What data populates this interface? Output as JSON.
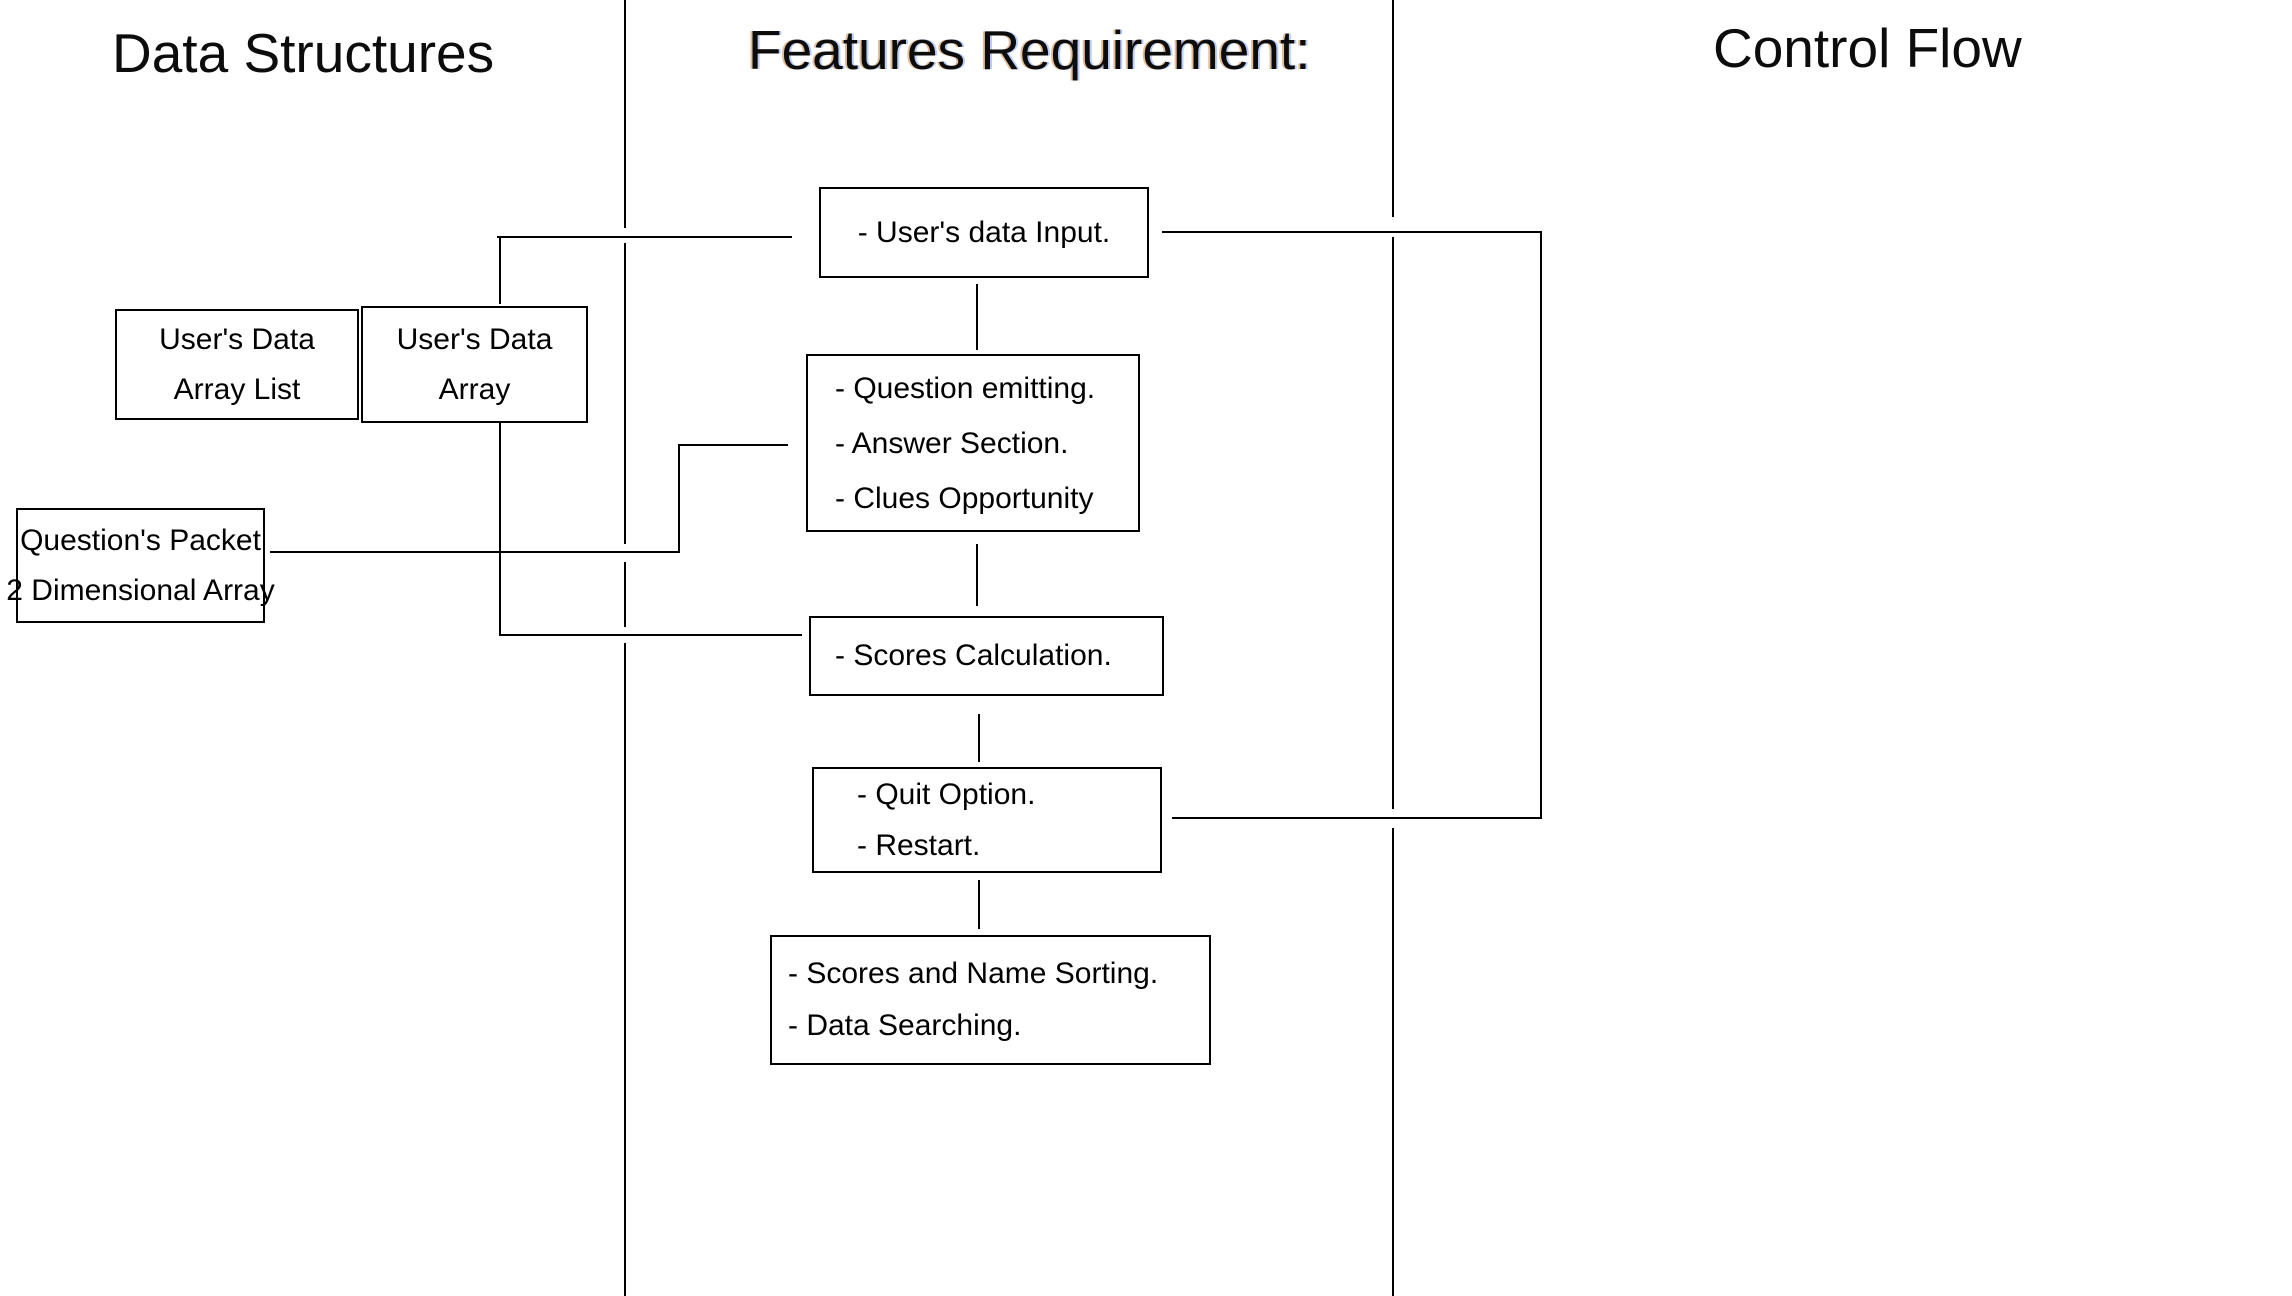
{
  "titles": {
    "data_structures": "Data Structures",
    "features_requirement": "Features Requirement:",
    "control_flow": "Control Flow"
  },
  "boxes": {
    "users_data_array_list": {
      "lines": [
        "User's Data",
        "Array List"
      ]
    },
    "users_data_array": {
      "lines": [
        "User's Data",
        "Array"
      ]
    },
    "questions_packet": {
      "lines": [
        "Question's Packet",
        "2 Dimensional Array"
      ]
    },
    "users_data_input": {
      "lines": [
        "- User's data Input."
      ]
    },
    "question_emitting": {
      "lines": [
        "- Question emitting.",
        "- Answer Section.",
        "- Clues Opportunity"
      ]
    },
    "scores_calculation": {
      "lines": [
        "- Scores Calculation."
      ]
    },
    "quit_option": {
      "lines": [
        "- Quit Option.",
        "- Restart."
      ]
    },
    "scores_name_sorting": {
      "lines": [
        "- Scores and Name Sorting.",
        "- Data Searching."
      ]
    }
  },
  "colors": {
    "background": "#ffffff",
    "line": "#000000",
    "text": "#000000"
  }
}
